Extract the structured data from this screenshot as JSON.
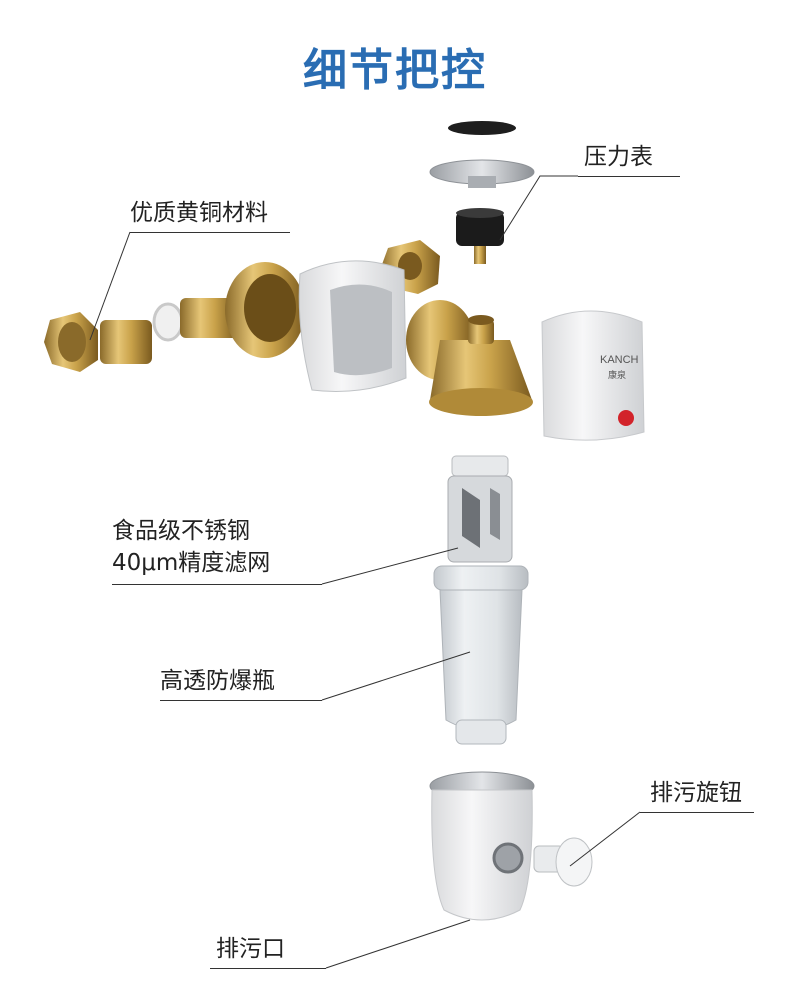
{
  "title": "细节把控",
  "labels": {
    "gauge": "压力表",
    "brass": "优质黄铜材料",
    "mesh_line1": "食品级不锈钢",
    "mesh_line2": "40μm精度滤网",
    "bottle": "高透防爆瓶",
    "knob": "排污旋钮",
    "outlet": "排污口"
  },
  "brand": {
    "name": "KANCH",
    "subtitle": "康泉"
  },
  "colors": {
    "title": "#2a6db3",
    "brass": "#c9a24a",
    "line": "#333333"
  }
}
